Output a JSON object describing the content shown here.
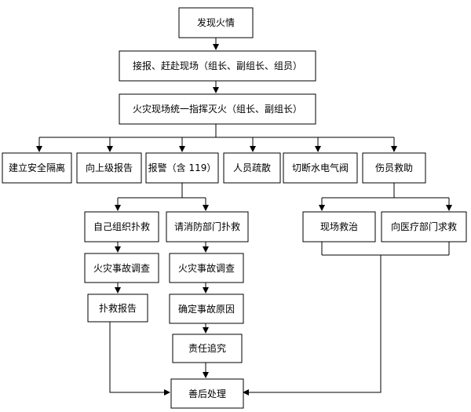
{
  "nodes": {
    "discover": "发现火情",
    "report_rush": "接报、赶赴现场（组长、副组长、组员）",
    "command": "火灾现场统一指挥灭火（组长、副组长）",
    "isolation": "建立安全隔离",
    "report_superior": "向上级报告",
    "alarm": "报警（含 119）",
    "evacuation": "人员疏散",
    "cut_utilities": "切断水电气阀",
    "rescue": "伤员救助",
    "self_rescue": "自己组织扑救",
    "fire_dept": "请消防部门扑救",
    "investigation_1": "火灾事故调查",
    "investigation_2": "火灾事故调查",
    "rescue_report": "扑救报告",
    "determine_cause": "确定事故原因",
    "accountability": "责任追究",
    "aftermath": "善后处理",
    "onsite_aid": "现场救治",
    "medical_dept": "向医疗部门求救"
  }
}
